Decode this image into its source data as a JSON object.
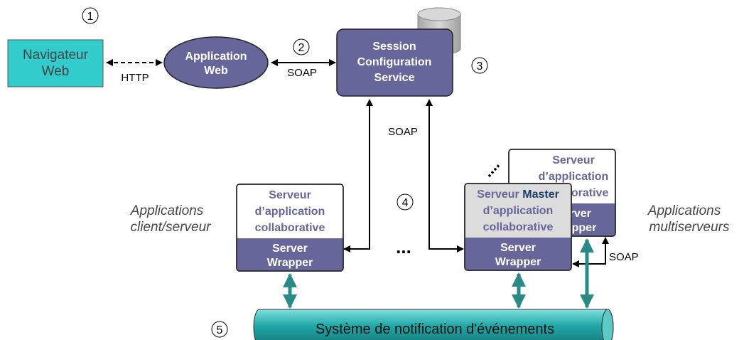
{
  "markers": [
    "1",
    "2",
    "3",
    "4",
    "5"
  ],
  "browser": {
    "line1": "Navigateur",
    "line2": "Web"
  },
  "web_app": {
    "line1": "Application",
    "line2": "Web"
  },
  "session_service": {
    "line1": "Session",
    "line2": "Configuration",
    "line3": "Service"
  },
  "protocols": {
    "http": "HTTP",
    "soap_top": "SOAP",
    "soap_vertical": "SOAP",
    "soap_right": "SOAP"
  },
  "left_server": {
    "title_line1": "Serveur",
    "title_line2": "d’application",
    "title_line3": "collaborative",
    "wrapper_line1": "Server",
    "wrapper_line2": "Wrapper"
  },
  "back_server": {
    "title_line1": "Serveur",
    "title_line2": "d’application",
    "title_line3": "collaborative",
    "wrapper_line1": "Server",
    "wrapper_line2": "Wrapper"
  },
  "master_server": {
    "title_word1": "Serveur",
    "title_word2": "Master",
    "title_line2": "d’application",
    "title_line3": "collaborative",
    "wrapper_line1": "Server",
    "wrapper_line2": "Wrapper"
  },
  "ellipsis": "...",
  "labels": {
    "client_server_line1": "Applications",
    "client_server_line2": "client/serveur",
    "multi_line1": "Applications",
    "multi_line2": "multiserveurs"
  },
  "notification_bus": "Système de notification d'événements",
  "colors": {
    "box_fill": "#67669a",
    "browser_fill": "#33cccc",
    "title_text": "#67669a",
    "master_text": "#1f3d6b",
    "teal_arrow": "#2a8a86",
    "bus_fill": "#22a8a8",
    "db_fill": "#c0c0c0"
  }
}
